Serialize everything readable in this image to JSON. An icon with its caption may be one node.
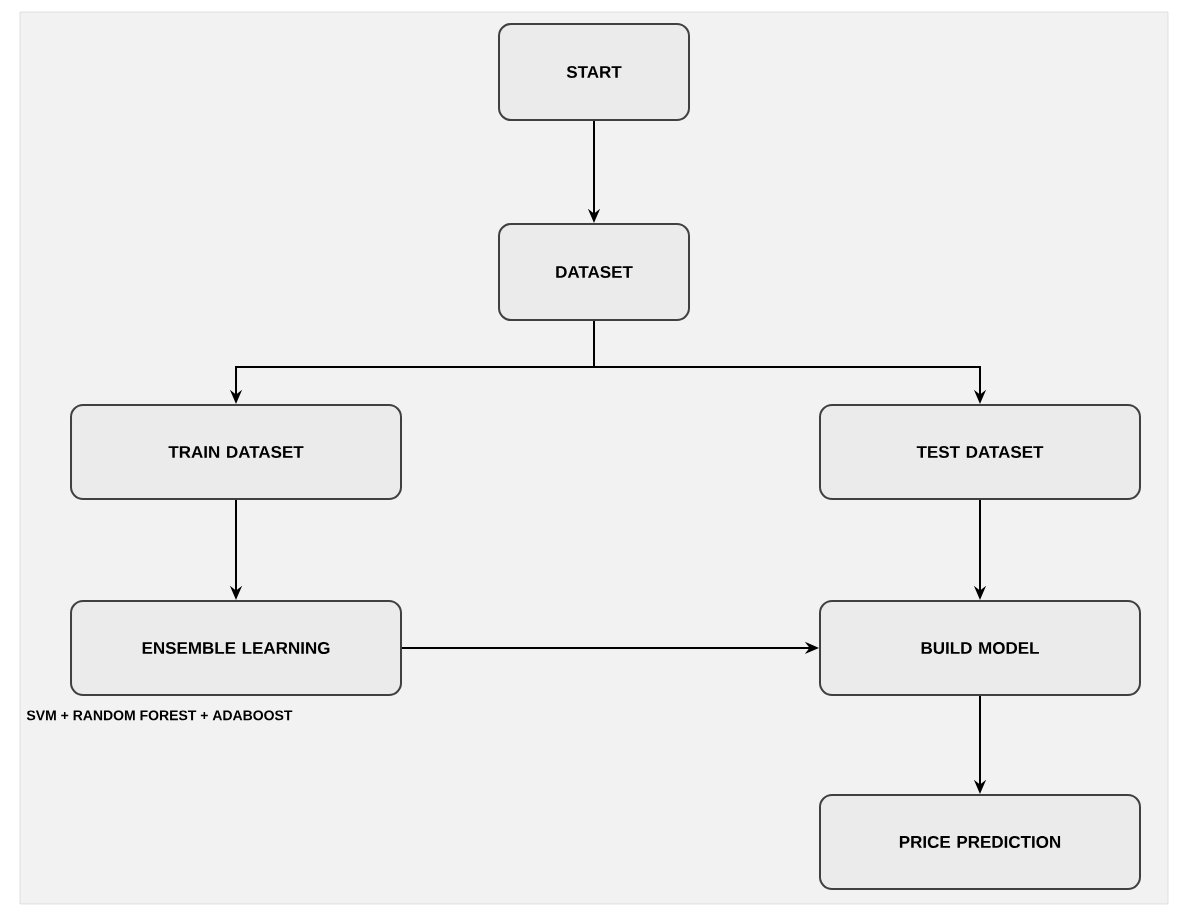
{
  "diagram": {
    "nodes": [
      {
        "text": [
          "START"
        ]
      },
      {
        "text": [
          "DATASET"
        ]
      },
      {
        "text": [
          "TRAIN DATASET"
        ]
      },
      {
        "text": [
          "TEST DATASET"
        ]
      },
      {
        "text": [
          "ENSEMBLE LEARNING"
        ],
        "beside": [
          "SVM + RANDOM FOREST + ADABOOST"
        ]
      },
      {
        "text": [
          "BUILD MODEL"
        ]
      },
      {
        "text": [
          "PRICE PREDICTION"
        ]
      }
    ],
    "edges": [
      {
        "from": 0,
        "to": 1,
        "arrow": "to"
      },
      {
        "from": 1,
        "to": 2,
        "arrow": "to"
      },
      {
        "from": 1,
        "to": 3,
        "arrow": "to"
      },
      {
        "from": 2,
        "to": 4,
        "arrow": "to"
      },
      {
        "from": 3,
        "to": 5,
        "arrow": "to"
      },
      {
        "from": 4,
        "to": 5,
        "arrow": "to"
      },
      {
        "from": 5,
        "to": 6,
        "arrow": "to"
      }
    ]
  }
}
